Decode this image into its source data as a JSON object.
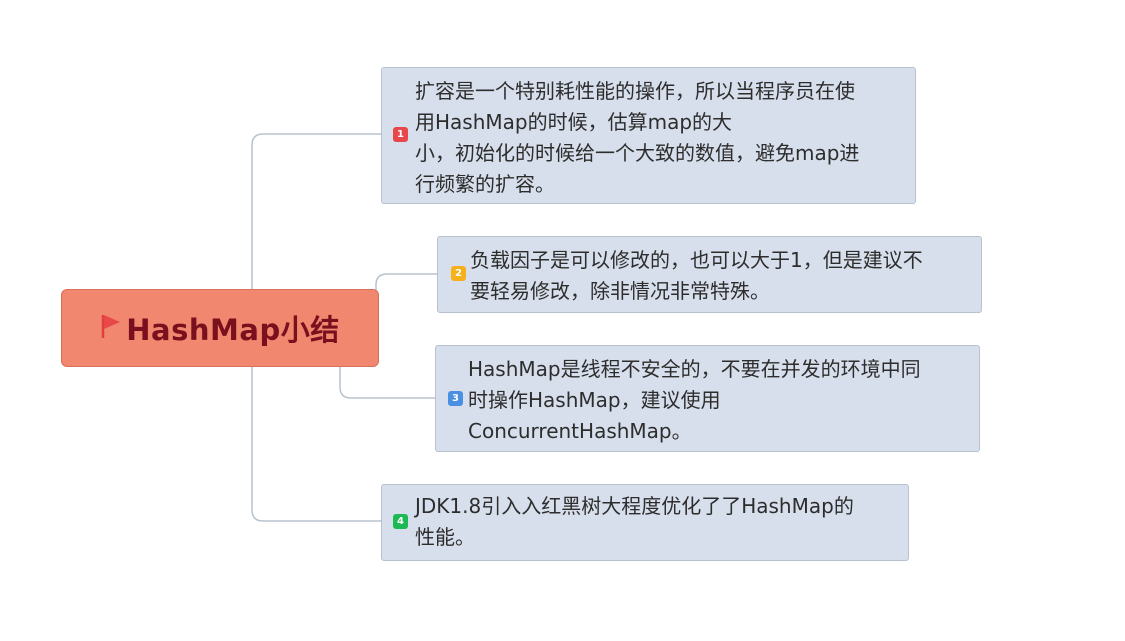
{
  "root": {
    "title": "HashMap小结",
    "flag_icon": "red-flag-icon",
    "color": "#f0876e",
    "text_color": "#7a0f1e"
  },
  "nodes": [
    {
      "marker": "1",
      "marker_color": "#e8484b",
      "text": "扩容是一个特别耗性能的操作，所以当程序员在使\n用HashMap的时候，估算map的大\n小，初始化的时候给一个大致的数值，避免map进\n行频繁的扩容。"
    },
    {
      "marker": "2",
      "marker_color": "#f5b01a",
      "text": "负载因子是可以修改的，也可以大于1，但是建议不\n要轻易修改，除非情况非常特殊。"
    },
    {
      "marker": "3",
      "marker_color": "#4a90e2",
      "text": "HashMap是线程不安全的，不要在并发的环境中同\n时操作HashMap，建议使用\nConcurrentHashMap。"
    },
    {
      "marker": "4",
      "marker_color": "#1cb954",
      "text": "JDK1.8引入入红黑树大程度优化了了HashMap的\n性能。"
    }
  ],
  "colors": {
    "node_background": "#d7dfec",
    "connector": "#b8c2cd"
  }
}
